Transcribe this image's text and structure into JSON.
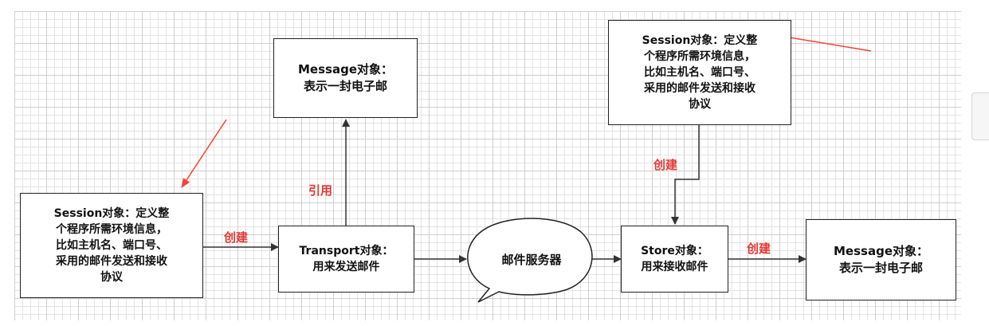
{
  "nodes": {
    "session_left": "Session对象：定义整\n个程序所需环境信息，\n比如主机名、端口号、\n采用的邮件发送和接收\n协议",
    "transport": "Transport对象：\n用来发送邮件",
    "message_top": "Message对象：\n表示一封电子邮",
    "mail_server": "邮件服务器",
    "session_right": "Session对象：定义整\n个程序所需环境信息，\n比如主机名、端口号、\n采用的邮件发送和接收\n协议",
    "store": "Store对象：\n用来接收邮件",
    "message_right": "Message对象：\n表示一封电子邮"
  },
  "edge_labels": {
    "create_1": "创建",
    "reference": "引用",
    "create_2": "创建",
    "create_3": "创建"
  },
  "colors": {
    "label_red": "#e53935",
    "arrow_red": "#f44336",
    "line": "#333333"
  }
}
